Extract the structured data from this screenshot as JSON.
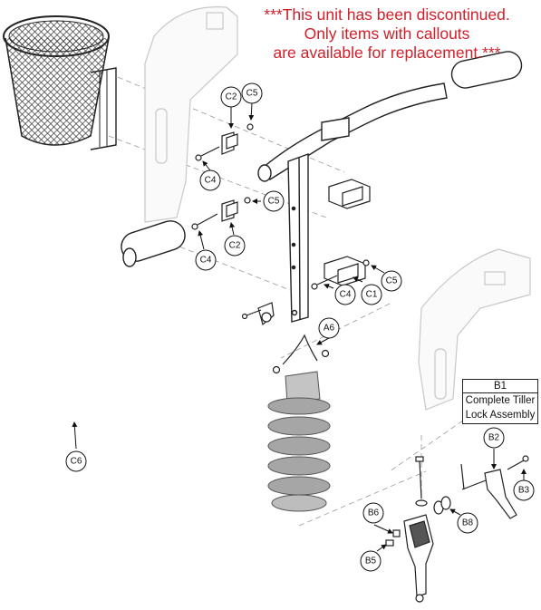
{
  "notice": {
    "line1": "***This unit has been discontinued.",
    "line2": "Only items with callouts",
    "line3": "are available for replacement.***",
    "color": "#d0202a"
  },
  "assembly_box": {
    "code": "B1",
    "line1": "Complete Tiller",
    "line2": "Lock Assembly"
  },
  "callouts": {
    "c6": "C6",
    "c2_top": "C2",
    "c5_top": "C5",
    "c4_top": "C4",
    "c5_mid": "C5",
    "c2_mid": "C2",
    "c4_low": "C4",
    "c4_right": "C4",
    "c1": "C1",
    "c5_right": "C5",
    "a6": "A6",
    "b2": "B2",
    "b3": "B3",
    "b8": "B8",
    "b6": "B6",
    "b5": "B5"
  }
}
